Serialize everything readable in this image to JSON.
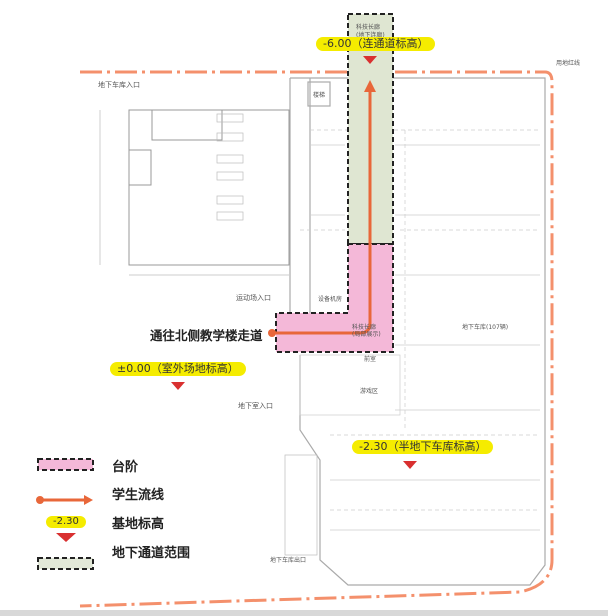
{
  "elevations": {
    "connector": "-6.00（连通道标高）",
    "outdoor": "±0.00（室外场地标高）",
    "garage": "-2.30（半地下车库标高）"
  },
  "route_label": "通往北侧教学楼走道",
  "plan_labels": {
    "corridor_top": "科技长廊",
    "corridor_top_sub": "(地下连廊)",
    "stair": "楼梯",
    "garage_entrance": "地下车库入口",
    "sports_entrance": "运动场入口",
    "equipment_room": "设备机房",
    "corridor_mid": "科技长廊",
    "corridor_mid_sub": "(局部展示)",
    "anteroom": "前室",
    "play_area": "游戏区",
    "basement_entrance": "地下室入口",
    "garage": "地下车库(107辆)",
    "garage_exit": "地下车库出口",
    "red_line": "用地红线"
  },
  "legend": [
    {
      "label": "台阶",
      "color": "#f4b8d8"
    },
    {
      "label": "学生流线",
      "color": "#e8673a"
    },
    {
      "label": "基地标高",
      "sample": "-2.30"
    },
    {
      "label": "地下通道范围",
      "color": "#e2e8d8"
    }
  ],
  "colors": {
    "stairs": "#f4b8d8",
    "corridor": "#dfe6d2",
    "route": "#e8673a",
    "redline": "#f4906c",
    "marker": "#d93030",
    "pill": "#f5ec00"
  }
}
